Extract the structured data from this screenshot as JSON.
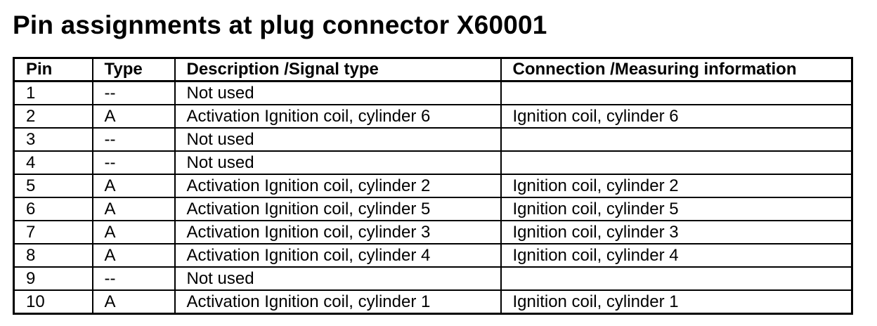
{
  "document": {
    "title": "Pin assignments at plug connector X60001"
  },
  "table": {
    "headers": {
      "pin": "Pin",
      "type": "Type",
      "description": "Description /Signal type",
      "connection": "Connection /Measuring information"
    },
    "rows": [
      {
        "pin": "1",
        "type": "--",
        "description": "Not used",
        "connection": ""
      },
      {
        "pin": "2",
        "type": "A",
        "description": "Activation Ignition coil, cylinder 6",
        "connection": "Ignition coil, cylinder 6"
      },
      {
        "pin": "3",
        "type": "--",
        "description": "Not used",
        "connection": ""
      },
      {
        "pin": "4",
        "type": "--",
        "description": "Not used",
        "connection": ""
      },
      {
        "pin": "5",
        "type": "A",
        "description": "Activation Ignition coil, cylinder 2",
        "connection": "Ignition coil, cylinder 2"
      },
      {
        "pin": "6",
        "type": "A",
        "description": "Activation Ignition coil, cylinder 5",
        "connection": "Ignition coil, cylinder 5"
      },
      {
        "pin": "7",
        "type": "A",
        "description": "Activation Ignition coil, cylinder 3",
        "connection": "Ignition coil, cylinder 3"
      },
      {
        "pin": "8",
        "type": "A",
        "description": "Activation Ignition coil, cylinder 4",
        "connection": "Ignition coil, cylinder 4"
      },
      {
        "pin": "9",
        "type": "--",
        "description": "Not used",
        "connection": ""
      },
      {
        "pin": "10",
        "type": "A",
        "description": "Activation Ignition coil, cylinder 1",
        "connection": "Ignition coil, cylinder 1"
      }
    ]
  }
}
